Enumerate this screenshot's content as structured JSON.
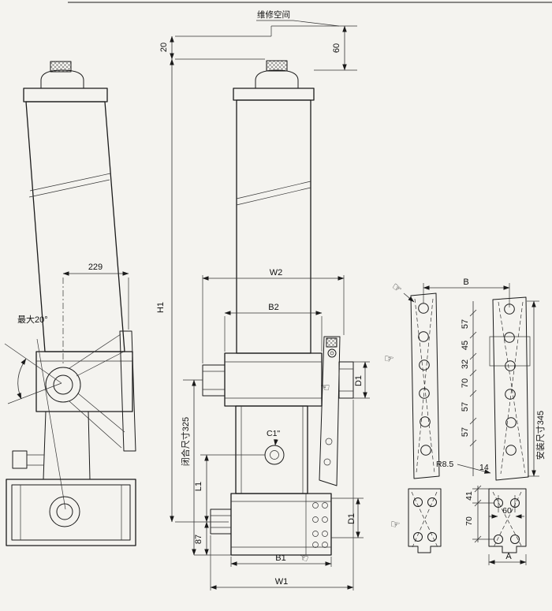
{
  "colors": {
    "ink": "#1a1a1a",
    "paper": "#f4f3ef"
  },
  "labels": {
    "maintenance_space": "维修空间",
    "dim20": "20",
    "dim60_top": "60",
    "dim229": "229",
    "max_angle": "最大20°",
    "h1": "H1",
    "w2": "W2",
    "b2": "B2",
    "d1_side": "D1",
    "d1_bottom": "D1",
    "closed": "闭合尺寸325",
    "l1": "L1",
    "dim87": "87",
    "c1": "C1\"",
    "b1": "B1",
    "w1": "W1",
    "b": "B",
    "chain": [
      "57",
      "45",
      "32",
      "70",
      "57",
      "57"
    ],
    "r8_5": "R8.5",
    "dim14": "14",
    "install": "安装尺寸345",
    "dim41": "41",
    "dim70": "70",
    "dim60_plate": "60",
    "a": "A"
  },
  "icons": {
    "hand_right": "☞",
    "hand_left": "☜"
  }
}
